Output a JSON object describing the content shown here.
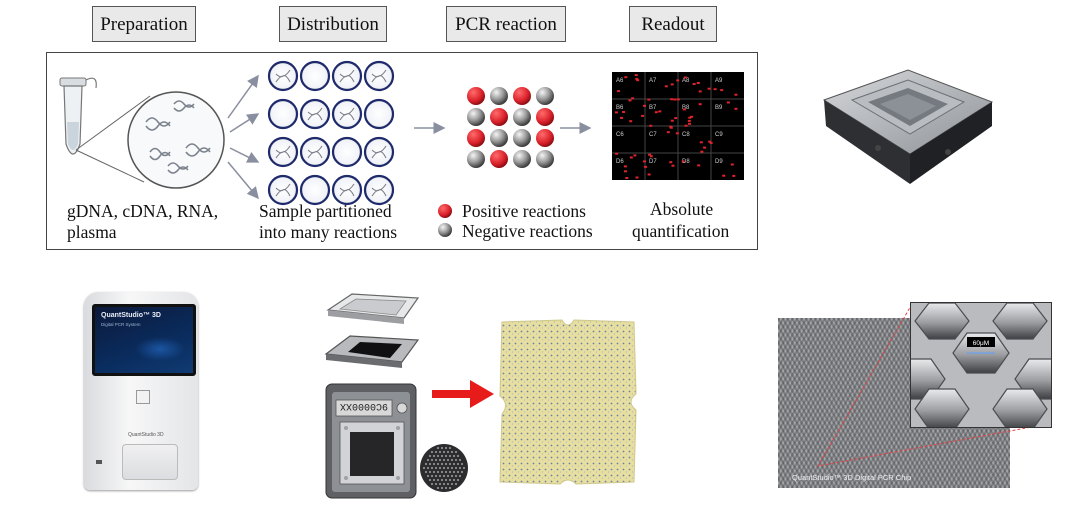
{
  "stages": [
    {
      "id": "preparation",
      "label": "Preparation"
    },
    {
      "id": "distribution",
      "label": "Distribution"
    },
    {
      "id": "pcr",
      "label": "PCR reaction"
    },
    {
      "id": "readout",
      "label": "Readout"
    }
  ],
  "captions": {
    "preparation_1": "gDNA, cDNA, RNA,",
    "preparation_2": "plasma",
    "distribution_1": "Sample partitioned",
    "distribution_2": "into many reactions",
    "readout_1": "Absolute",
    "readout_2": "quantification"
  },
  "legend": {
    "positive": "Positive reactions",
    "negative": "Negative reactions"
  },
  "readout_wells": [
    "A6",
    "A7",
    "A8",
    "A9",
    "B6",
    "B7",
    "B8",
    "B9",
    "C6",
    "C7",
    "C8",
    "C9",
    "D6",
    "D7",
    "D8",
    "D9"
  ],
  "instrument": {
    "screen_title": "QuantStudio™ 3D",
    "screen_sub": "Digital PCR System",
    "front_label": "QuantStudio 3D"
  },
  "chip": {
    "serial": "9C0000XX"
  },
  "sem": {
    "scale_label": "60μM",
    "caption": "QuantStudio™ 3D Digital PCR Chip"
  },
  "colors": {
    "positive": "#d9202a",
    "negative": "#555555",
    "arrow_red": "#e81b1b",
    "chip_fill": "#e7dfa0"
  }
}
